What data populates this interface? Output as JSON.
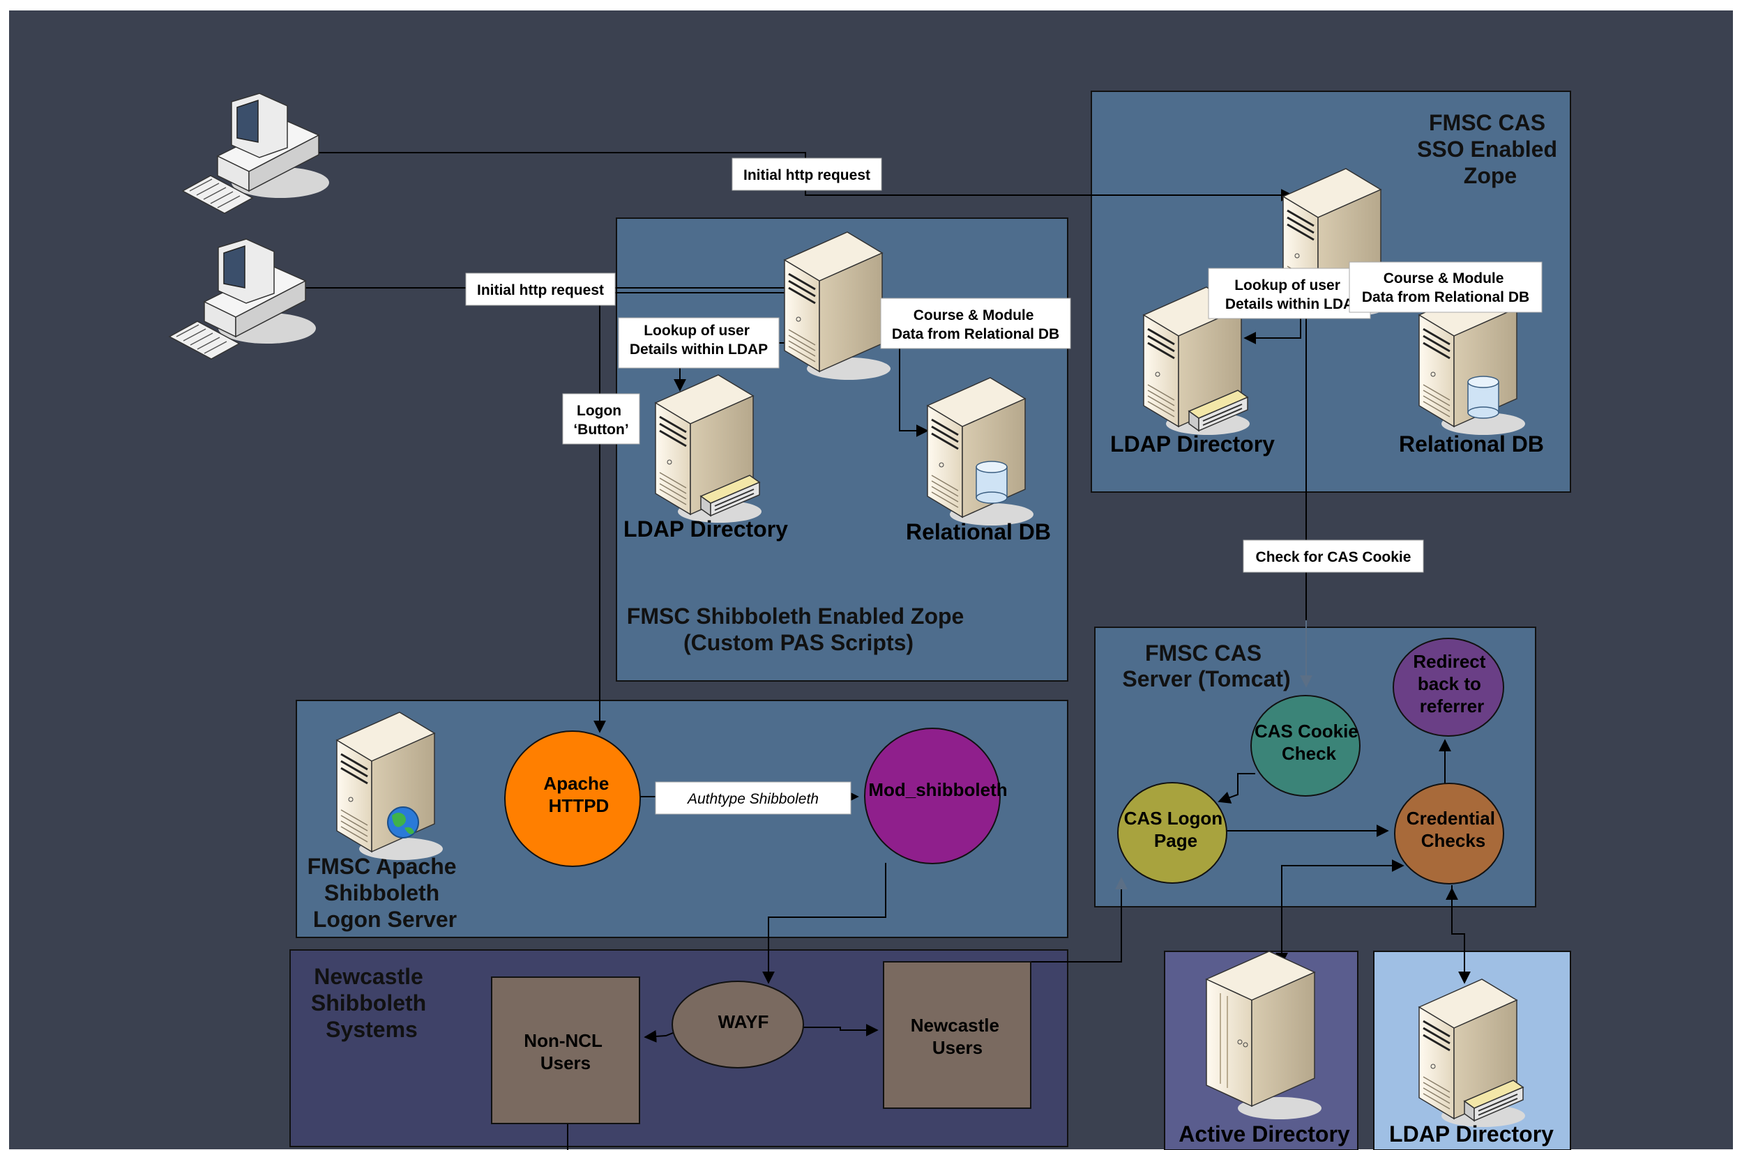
{
  "zones": {
    "cas_zope": {
      "title_lines": [
        "FMSC CAS",
        "SSO Enabled",
        "Zope"
      ]
    },
    "shib_zope": {
      "title_lines": [
        "FMSC Shibboleth Enabled Zope",
        "(Custom PAS Scripts)"
      ]
    },
    "apache": {
      "title_lines": [
        "FMSC Apache",
        "Shibboleth",
        "Logon Server"
      ]
    },
    "cas_server": {
      "title_lines": [
        "FMSC CAS",
        "Server (Tomcat)"
      ]
    },
    "ncl": {
      "title_lines": [
        "Newcastle",
        "Shibboleth",
        "Systems"
      ]
    }
  },
  "servers": {
    "cas_ldap": "LDAP Directory",
    "cas_db": "Relational DB",
    "shib_ldap": "LDAP Directory",
    "shib_db": "Relational DB",
    "active_directory": "Active Directory",
    "bottom_ldap": "LDAP Directory"
  },
  "labels": {
    "http1": "Initial http request",
    "http2": "Initial http request",
    "cas_lookup": [
      "Lookup of user",
      "Details within LDA"
    ],
    "cas_course": [
      "Course & Module",
      "Data from Relational DB"
    ],
    "shib_lookup": [
      "Lookup of user",
      "Details within LDAP"
    ],
    "shib_course": [
      "Course & Module",
      "Data from Relational DB"
    ],
    "logon_button": [
      "Logon",
      "‘Button’"
    ],
    "check_cookie": "Check for CAS Cookie",
    "authtype": "Authtype Shibboleth"
  },
  "nodes": {
    "apache_httpd": [
      "Apache",
      "HTTPD"
    ],
    "mod_shib": [
      "Mod_shibboleth"
    ],
    "wayf": [
      "WAYF"
    ],
    "non_ncl": [
      "Non-NCL",
      "Users"
    ],
    "ncl_users": [
      "Newcastle",
      "Users"
    ],
    "cas_cookie_check": [
      "CAS Cookie",
      "Check"
    ],
    "cas_logon": [
      "CAS Logon",
      "Page"
    ],
    "credential_checks": [
      "Credential",
      "Checks"
    ],
    "redirect": [
      "Redirect",
      "back to",
      "referrer"
    ]
  },
  "colors": {
    "background": "#3b4150",
    "zone_blue": "#4e6d8d",
    "zone_ncl": "#3f4268",
    "zone_ad": "#5a5d8e",
    "zone_ldap": "#9fbfe4",
    "apache_orange": "#ff7f00",
    "mod_shib_purple": "#8f1f8c",
    "wayf_brown": "#7a6a60",
    "cookie_teal": "#3b8478",
    "logon_olive": "#a8a33e",
    "credential_brown": "#a86a3a",
    "redirect_purple": "#6a3f86"
  },
  "icons": [
    "desktop-computer-icon",
    "server-icon",
    "database-icon",
    "disk-drive-icon",
    "globe-icon"
  ]
}
